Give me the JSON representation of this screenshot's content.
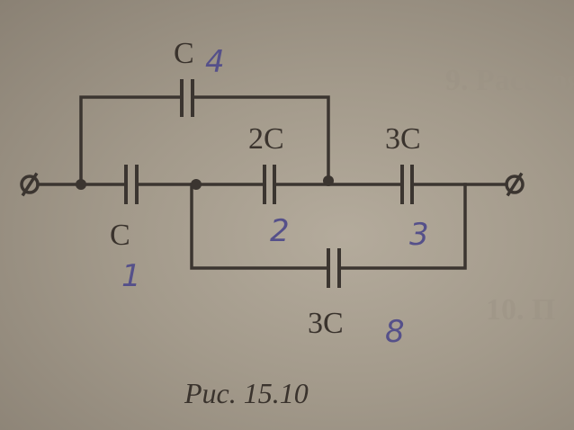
{
  "background_text": {
    "line1": "9.  Расстояни",
    "line2": "10. П"
  },
  "labels": {
    "c_top": "C",
    "c_top_num": "4",
    "c1": "C",
    "c1_num": "1",
    "c2": "2C",
    "c2_num": "2",
    "c3": "3C",
    "c3_num": "3",
    "c_bottom": "3C",
    "c_bottom_num": "8"
  },
  "caption": "Рис. 15.10",
  "colors": {
    "ink": "#3b3530",
    "pen": "#55508a",
    "paper": "#a39a8b"
  }
}
